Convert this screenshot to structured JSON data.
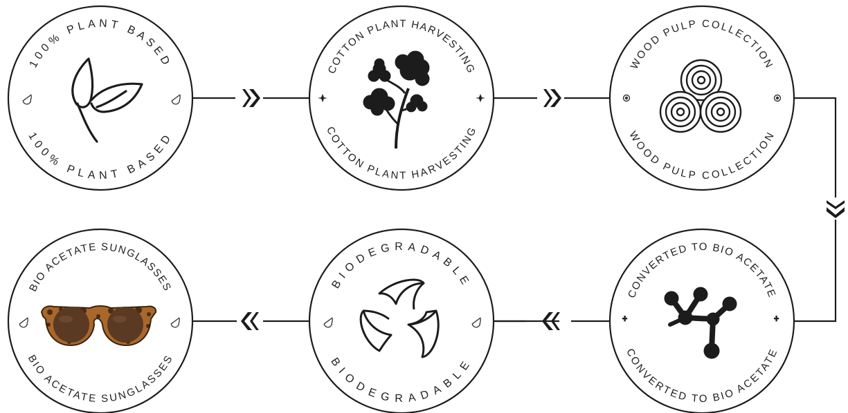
{
  "steps": [
    {
      "id": "plant-based",
      "top_text": "100% PLANT BASED",
      "bottom_text": "100% PLANT BASED",
      "icon": "leaf-icon",
      "separator": "drop-icon"
    },
    {
      "id": "cotton",
      "top_text": "COTTON PLANT HARVESTING",
      "bottom_text": "COTTON PLANT HARVESTING",
      "icon": "cotton-plant-icon",
      "separator": "sparkle-icon"
    },
    {
      "id": "wood-pulp",
      "top_text": "WOOD PULP COLLECTION",
      "bottom_text": "WOOD PULP COLLECTION",
      "icon": "log-stack-icon",
      "separator": "dot-ring-icon"
    },
    {
      "id": "bio-acetate",
      "top_text": "CONVERTED TO BIO ACETATE",
      "bottom_text": "CONVERTED TO BIO ACETATE",
      "icon": "molecule-icon",
      "separator": "cross-icon"
    },
    {
      "id": "biodegradable",
      "top_text": "BIODEGRADABLE",
      "bottom_text": "BIODEGRADABLE",
      "icon": "recycle-icon",
      "separator": "drop-icon"
    },
    {
      "id": "sunglasses",
      "top_text": "BIO ACETATE SUNGLASSES",
      "bottom_text": "BIO ACETATE SUNGLASSES",
      "icon": "sunglasses-icon",
      "separator": "drop-icon"
    }
  ],
  "colors": {
    "ink": "#1c1c1c",
    "lens": "#5a3a22",
    "tortoise": "#a8672b"
  },
  "arrow_icon": "double-chevron-icon"
}
